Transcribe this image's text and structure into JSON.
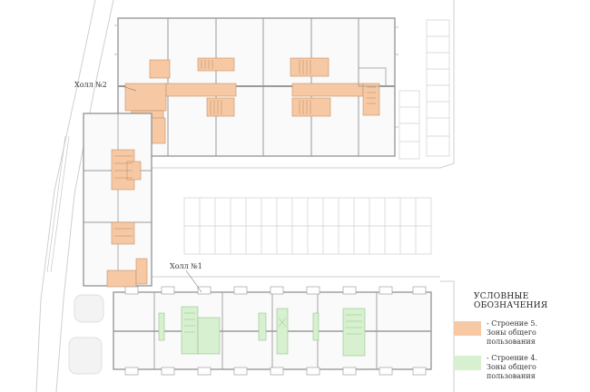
{
  "hall_labels": {
    "hall_2": "Холл №2",
    "hall_1": "Холл №1"
  },
  "legend": {
    "title": "УСЛОВНЫЕ ОБОЗНАЧЕНИЯ",
    "items": [
      {
        "line1": "- Строение 5.",
        "line2": "Зоны общего пользования",
        "color": "#f6c9a4"
      },
      {
        "line1": "- Строение 4.",
        "line2": "Зоны общего пользования",
        "color": "#d7f0cf"
      }
    ]
  },
  "colors": {
    "wall": "#8a8a8a",
    "thin": "#c4c4c4",
    "orange": "#f6c9a4",
    "green": "#d7f0cf"
  }
}
